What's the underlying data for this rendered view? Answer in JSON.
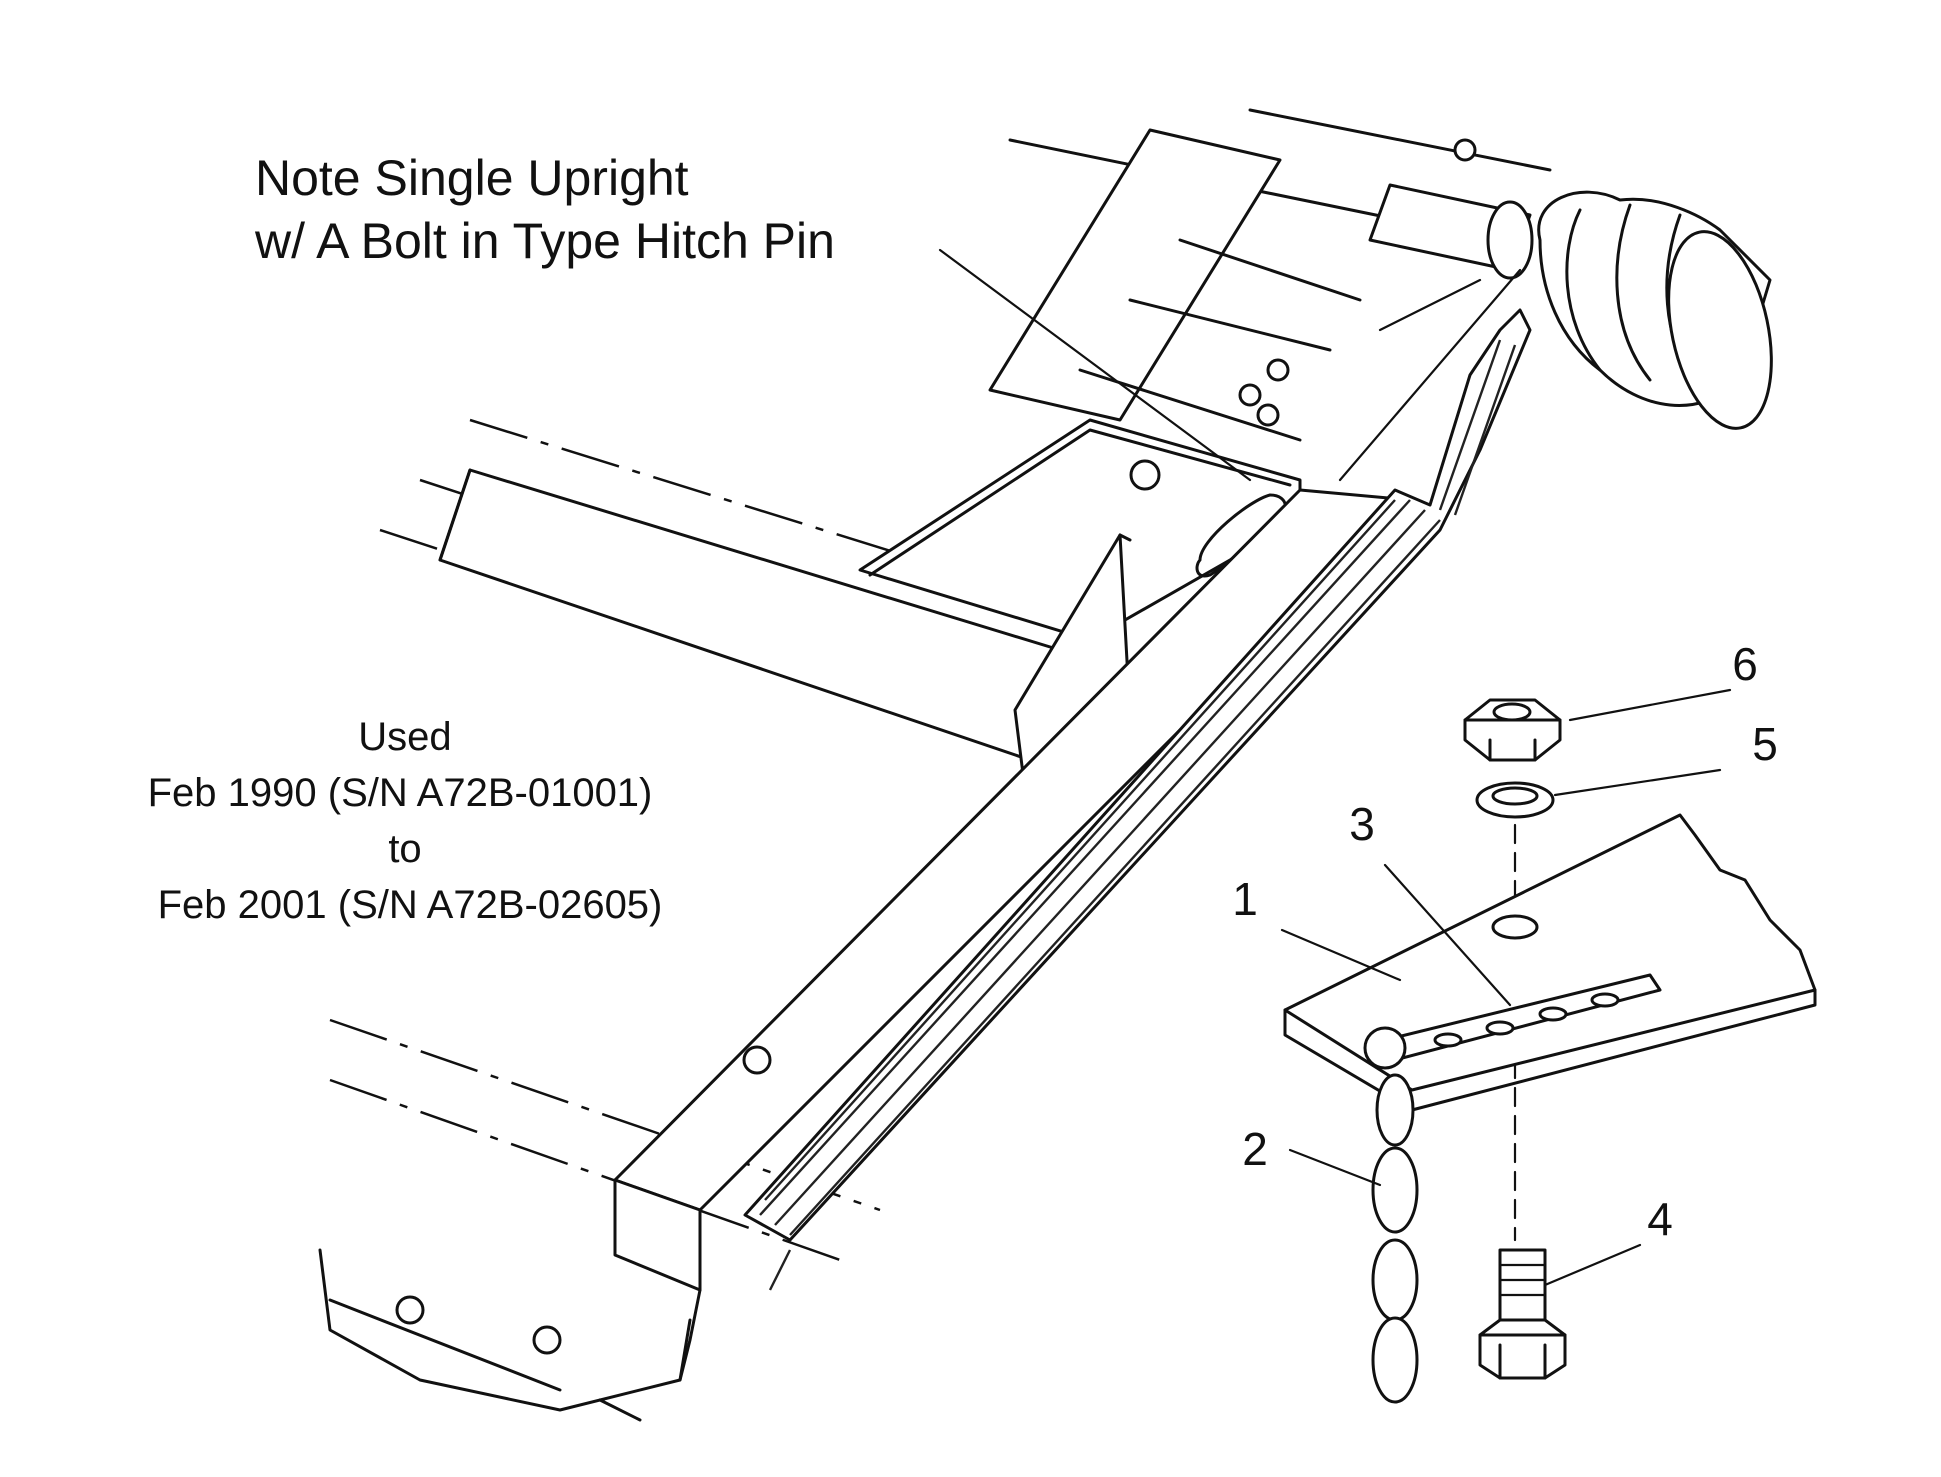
{
  "note": {
    "line1": "Note Single Upright",
    "line2": "w/ A Bolt in Type Hitch Pin"
  },
  "usage": {
    "line1": "Used",
    "line2": "Feb 1990  (S/N A72B-01001)",
    "line3": "to",
    "line4": "Feb 2001  (S/N A72B-02605)"
  },
  "callouts": [
    {
      "id": "1",
      "label": "1"
    },
    {
      "id": "2",
      "label": "2"
    },
    {
      "id": "3",
      "label": "3"
    },
    {
      "id": "4",
      "label": "4"
    },
    {
      "id": "5",
      "label": "5"
    },
    {
      "id": "6",
      "label": "6"
    }
  ]
}
